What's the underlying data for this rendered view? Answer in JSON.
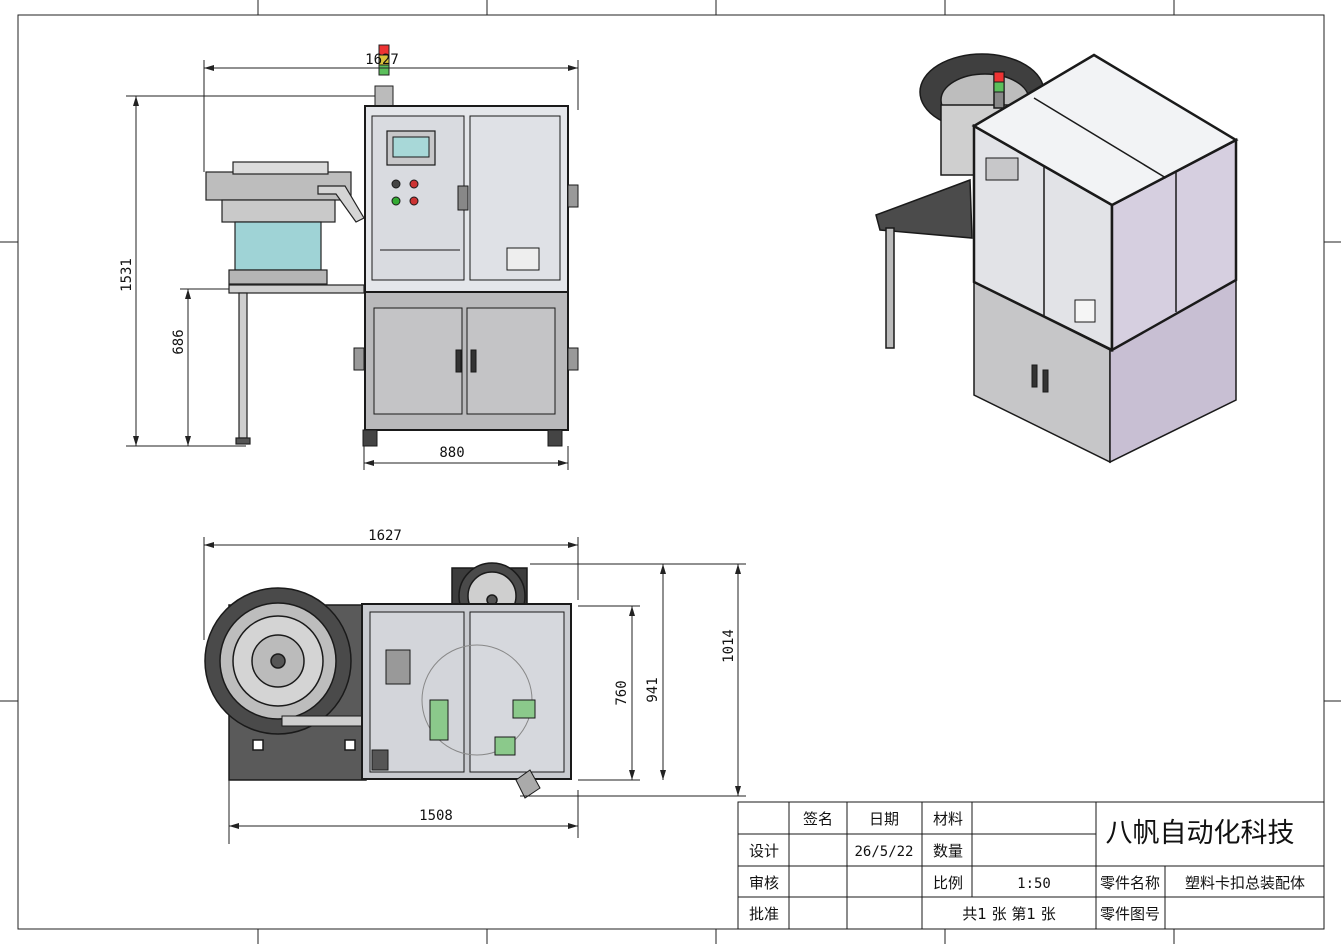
{
  "views": {
    "front": {
      "dim_overall_width": "1627",
      "dim_height": "1531",
      "dim_table_height": "686",
      "dim_machine_width": "880"
    },
    "top": {
      "dim_overall_width": "1627",
      "dim_base_width": "1508",
      "dim_depth_inner": "760",
      "dim_depth_frame": "941",
      "dim_depth_overall": "1014"
    }
  },
  "title_block": {
    "company": "八帆自动化科技",
    "h_sign": "签名",
    "h_date": "日期",
    "h_material": "材料",
    "r_design": "设计",
    "r_review": "审核",
    "r_approve": "批准",
    "date_value": "26/5/22",
    "l_quantity": "数量",
    "l_scale": "比例",
    "scale_value": "1:50",
    "sheet_info": "共1 张  第1 张",
    "l_part_name": "零件名称",
    "part_name": "塑料卡扣总装配体",
    "l_part_number": "零件图号"
  },
  "colors": {
    "frame_line": "#1a1a1a",
    "panel_gray": "#b9b9bb",
    "glass": "#e4e6ea",
    "bowl_cyan": "#9fd3d6",
    "iso_purple": "#c8bfd3"
  }
}
